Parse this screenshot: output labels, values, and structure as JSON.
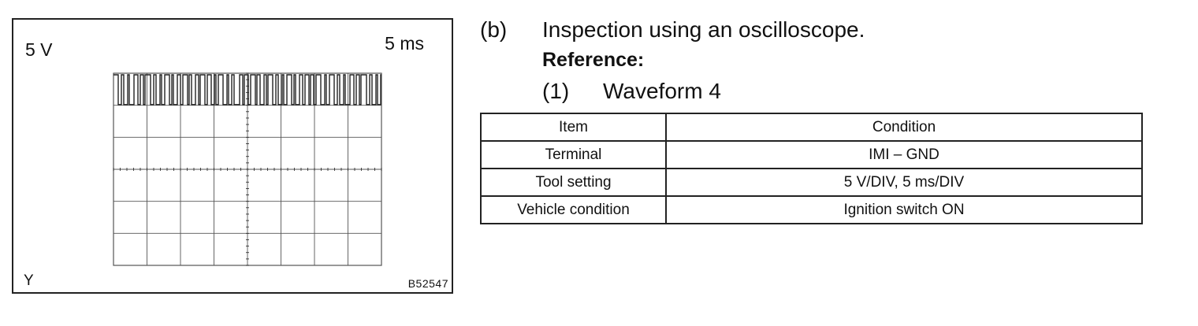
{
  "scope": {
    "volts_per_div": "5 V",
    "time_per_div": "5 ms",
    "channel": "Y",
    "figure_id": "B52547"
  },
  "instructions": {
    "step_b_marker": "(b)",
    "step_b_text": "Inspection using an oscilloscope.",
    "reference_label": "Reference:",
    "step_1_marker": "(1)",
    "step_1_text": "Waveform 4"
  },
  "table": {
    "headers": [
      "Item",
      "Condition"
    ],
    "rows": [
      [
        "Terminal",
        "IMI – GND"
      ],
      [
        "Tool setting",
        "5 V/DIV, 5 ms/DIV"
      ],
      [
        "Vehicle condition",
        "Ignition switch ON"
      ]
    ]
  },
  "colors": {
    "ink": "#222222",
    "grid": "#555555",
    "background": "#ffffff"
  }
}
